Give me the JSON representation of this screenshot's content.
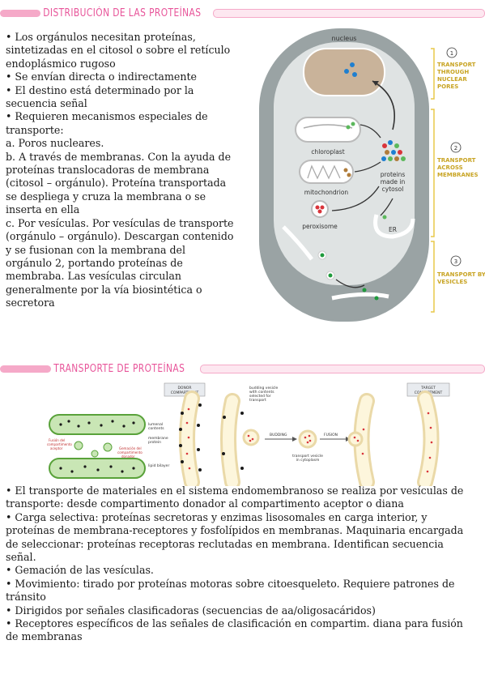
{
  "section1": {
    "title": "DISTRIBUCIÓN DE LAS PROTEÍNAS",
    "lines": [
      "• Los orgánulos necesitan proteínas,",
      "sintetizadas en el citosol o sobre el retículo",
      "endoplásmico rugoso",
      "• Se envían directa o indirectamente",
      "• El destino está determinado por la",
      "secuencia señal",
      "• Requieren mecanismos especiales de",
      "transporte:",
      "a. Poros nucleares.",
      "b. A través de membranas. Con la ayuda de",
      "proteínas translocadoras de membrana",
      "(citosol – orgánulo). Proteína transportada",
      "se despliega y cruza la membrana o se",
      "inserta en ella",
      "c. Por vesículas. Por vesículas de transporte",
      "(orgánulo – orgánulo). Descargan contenido",
      "y se fusionan con la membrana del",
      "orgánulo 2, portando proteínas de",
      "membraba. Las vesículas circulan",
      "generalmente por la vía biosintética o",
      "secretora"
    ]
  },
  "cell_figure": {
    "nucleus": "nucleus",
    "chloroplast": "chloroplast",
    "mitochondrion": "mitochondrion",
    "peroxisome": "peroxisome",
    "proteins_line1": "proteins",
    "proteins_line2": "made in",
    "proteins_line3": "cytosol",
    "er": "ER",
    "step1_num": "1",
    "step1_l1": "TRANSPORT",
    "step1_l2": "THROUGH",
    "step1_l3": "NUCLEAR",
    "step1_l4": "PORES",
    "step2_num": "2",
    "step2_l1": "TRANSPORT",
    "step2_l2": "ACROSS",
    "step2_l3": "MEMBRANES",
    "step3_num": "3",
    "step3_l1": "TRANSPORT BY",
    "step3_l2": "VESICLES",
    "accent": "#e8c84a",
    "nucleus_color": "#c9b39a",
    "cell_color": "#9aa3a4"
  },
  "section2": {
    "title": "TRANSPORTE DE PROTEÍNAS"
  },
  "vesicle_figure": {
    "left_label1": "Fusión del",
    "left_label2": "compartimento",
    "left_label3": "aceptor",
    "left_label4": "Gemación del",
    "left_label5": "compartimento",
    "left_label6": "donador",
    "donor": "DONOR",
    "compartment": "COMPARTMENT",
    "target": "TARGET",
    "lumenal1": "lumenal",
    "lumenal2": "contents",
    "membrane1": "membrane",
    "membrane2": "protein",
    "lipid": "lipid bilayer",
    "budding1": "budding vesicle",
    "budding2": "with contents",
    "budding3": "selected for",
    "budding4": "transport",
    "budding_step": "BUDDING",
    "fusion_step": "FUSION",
    "tv1": "transport vesicle",
    "tv2": "in cytoplasm"
  },
  "section2_text": {
    "lines": [
      "• El transporte de materiales en el sistema endomembranoso se realiza por vesículas de",
      "transporte: desde compartimento donador al compartimento aceptor o diana",
      "• Carga selectiva: proteínas secretoras y enzimas lisosomales en carga interior, y",
      "proteínas de membrana-receptores y fosfolípidos en membranas. Maquinaria encargada",
      "de seleccionar: proteínas receptoras reclutadas en membrana. Identifican secuencia",
      "señal.",
      " • Gemación de las vesículas.",
      "• Movimiento: tirado por proteínas motoras sobre citoesqueleto. Requiere patrones de",
      "tránsito",
      "• Dirigidos por señales clasificadoras (secuencias de aa/oligosacáridos)",
      "• Receptores específicos de las señales de clasificación en compartim. diana para fusión",
      "de membranas"
    ]
  }
}
